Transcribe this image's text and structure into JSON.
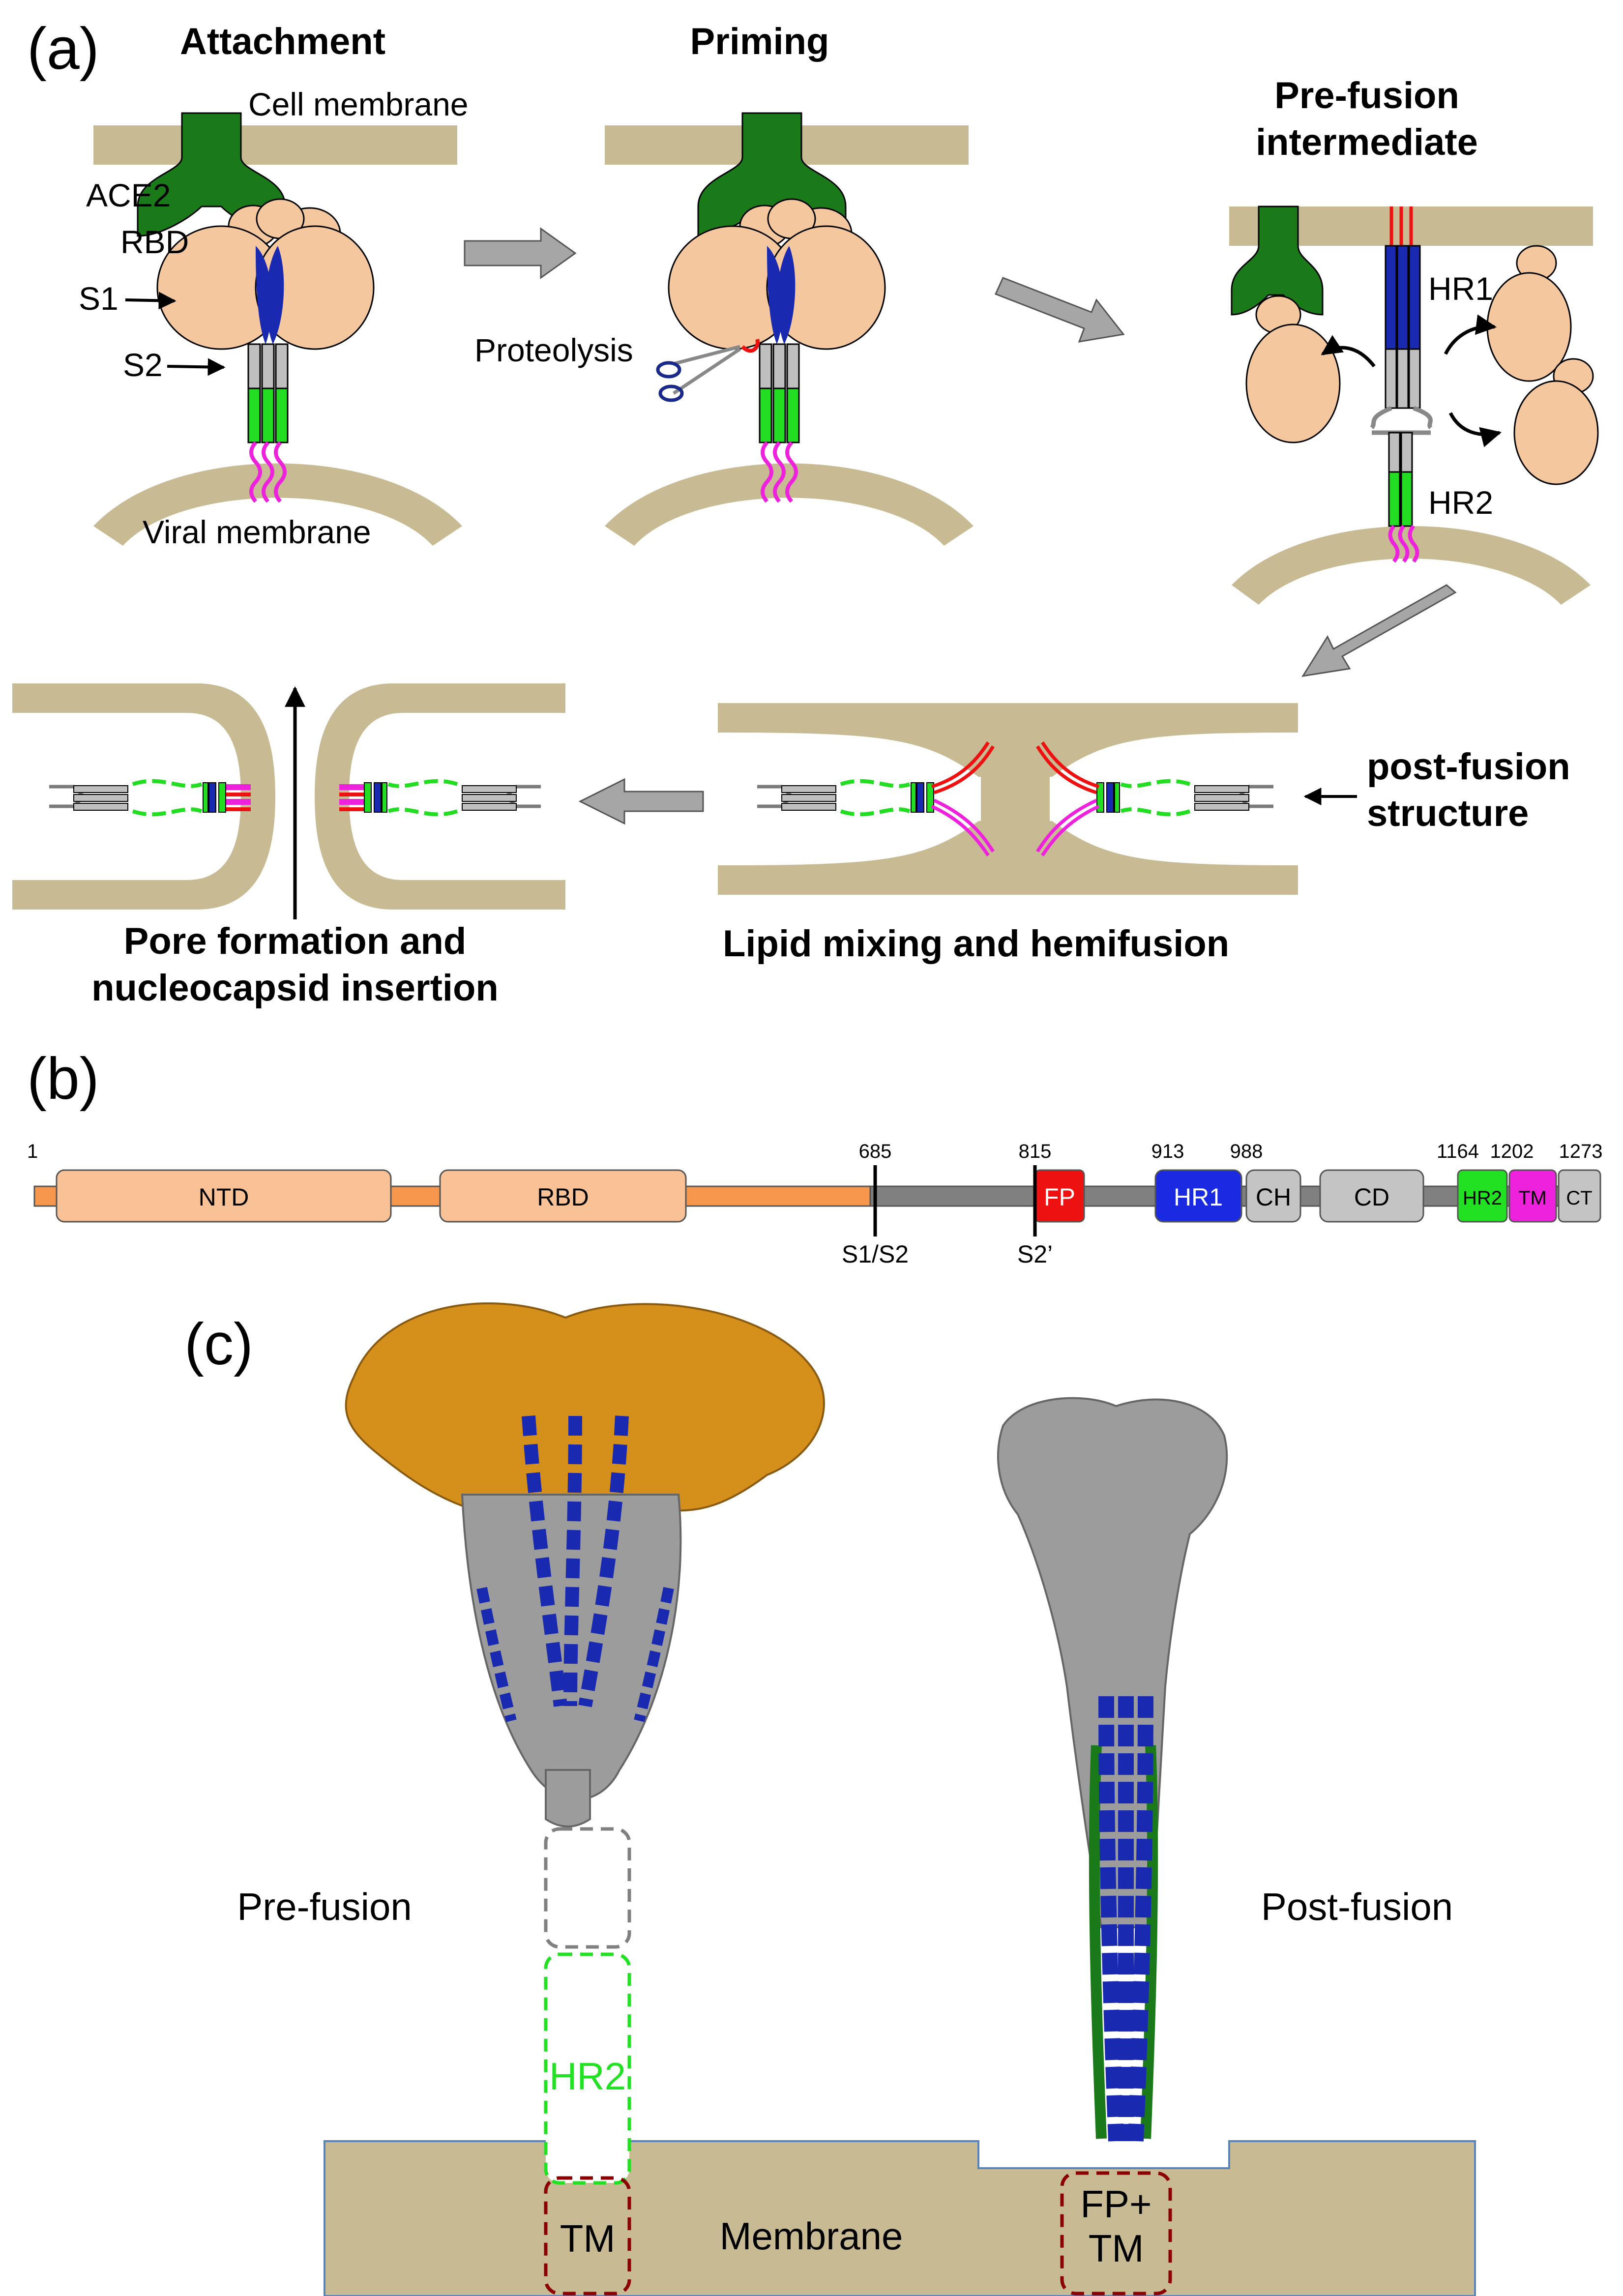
{
  "panel_a": {
    "label": "(a)",
    "steps": {
      "attachment": "Attachment",
      "priming": "Priming",
      "prefusion_line1": "Pre-fusion",
      "prefusion_line2": "intermediate",
      "postfusion_line1": "post-fusion",
      "postfusion_line2": "structure",
      "lipid": "Lipid mixing and hemifusion",
      "pore_line1": "Pore formation and",
      "pore_line2": "nucleocapsid insertion"
    },
    "labels": {
      "cell_membrane": "Cell membrane",
      "ace2": "ACE2",
      "rbd": "RBD",
      "s1": "S1",
      "s2": "S2",
      "viral_membrane": "Viral membrane",
      "proteolysis": "Proteolysis",
      "hr1": "HR1",
      "hr2": "HR2"
    }
  },
  "panel_b": {
    "label": "(b)",
    "positions": {
      "p1": "1",
      "p685": "685",
      "p815": "815",
      "p913": "913",
      "p988": "988",
      "p1164": "1164",
      "p1202": "1202",
      "p1273": "1273"
    },
    "domains": {
      "ntd": "NTD",
      "rbd": "RBD",
      "fp": "FP",
      "hr1": "HR1",
      "ch": "CH",
      "cd": "CD",
      "hr2": "HR2",
      "tm": "TM",
      "ct": "CT"
    },
    "sites": {
      "s1s2": "S1/S2",
      "s2prime": "S2’"
    }
  },
  "panel_c": {
    "label": "(c)",
    "prefusion": "Pre-fusion",
    "postfusion": "Post-fusion",
    "hr2": "HR2",
    "tm": "TM",
    "membrane": "Membrane",
    "fptm_line1": "FP+",
    "fptm_line2": "TM"
  },
  "colors": {
    "membrane": "#c8bb94",
    "ace2": "#1a7a1a",
    "s1": "#f5c79e",
    "core": "#1a2ab0",
    "s2": "#bfbfbf",
    "hr2": "#22dd22",
    "tm": "#ee22dd",
    "fp": "#ee1111",
    "arrow": "#a6a6a6",
    "ribbon_s1": "#d4901a",
    "ribbon_s2": "#9c9c9c"
  }
}
